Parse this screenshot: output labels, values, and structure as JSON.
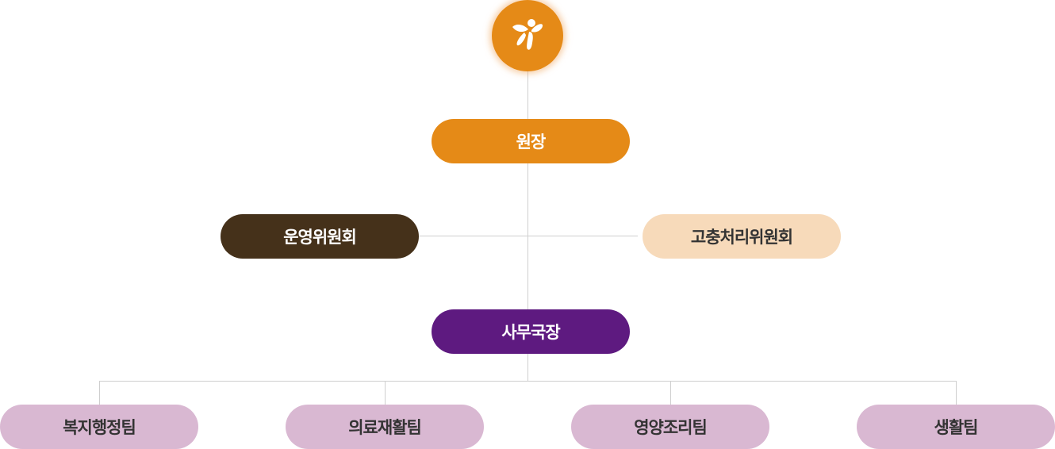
{
  "colors": {
    "orange": "#E58A17",
    "brown": "#45311A",
    "peach": "#F7DABA",
    "purple": "#5E1A80",
    "pink": "#D9B8D2"
  },
  "logo": {
    "icon": "butterfly-person-logo"
  },
  "director": "원장",
  "committees": {
    "left": "운영위원회",
    "right": "고충처리위원회"
  },
  "secretary_general": "사무국장",
  "teams": [
    "복지행정팀",
    "의료재활팀",
    "영양조리팀",
    "생활팀"
  ]
}
